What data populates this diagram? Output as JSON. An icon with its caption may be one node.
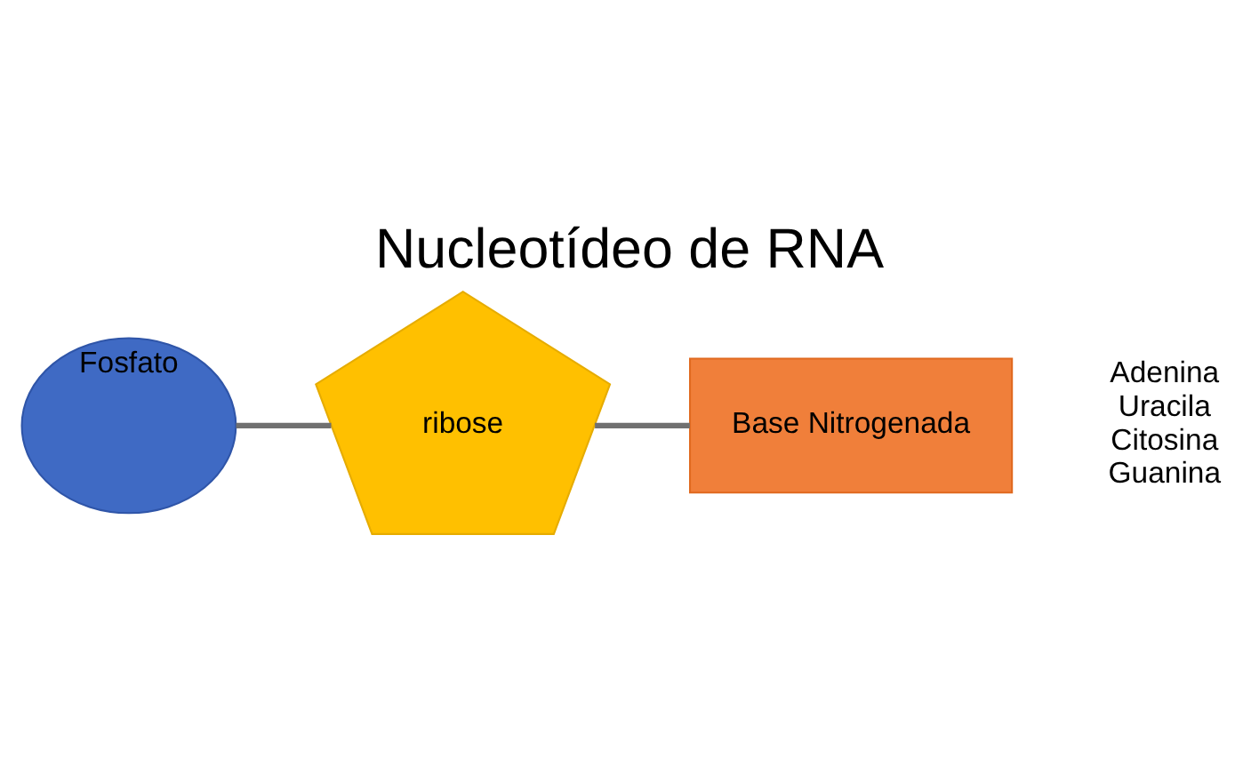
{
  "diagram": {
    "title": "Nucleotídeo de RNA",
    "nodes": [
      {
        "text": [
          "Fosfato"
        ]
      },
      {
        "text": [
          "ribose"
        ]
      },
      {
        "text": [
          "Base Nitrogenada"
        ]
      }
    ],
    "edges": [
      {
        "from": 0,
        "to": 1,
        "arrow": "none"
      },
      {
        "from": 1,
        "to": 2,
        "arrow": "none"
      }
    ],
    "labels": [
      "Adenina",
      "Uracila",
      "Citosina",
      "Guanina"
    ]
  }
}
